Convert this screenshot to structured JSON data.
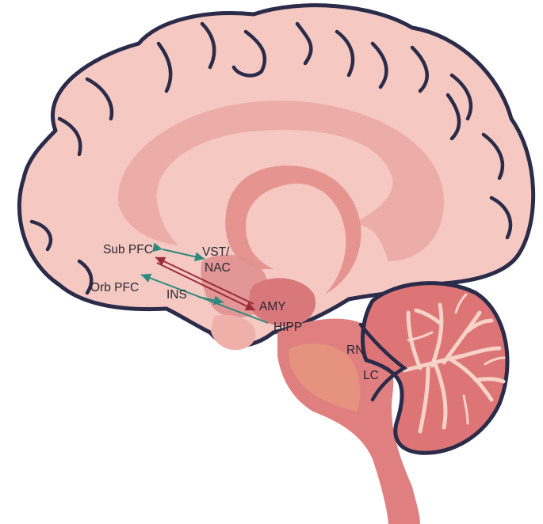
{
  "labels": {
    "sub_pfc": "Sub PFC",
    "vst": "VST/",
    "nac": "NAC",
    "orb_pfc": "Orb PFC",
    "ins": "INS",
    "amy": "AMY",
    "hipp": "HIPP",
    "rn": "RN",
    "lc": "LC"
  },
  "colors": {
    "cortex": "#f5c8c1",
    "outline": "#2b2b4a",
    "limbic": "#eaa7a3",
    "deep": "#d9787a",
    "cerebellum": "#dd7476",
    "cerebellum_tree": "#f7d2c7",
    "arrow_teal": "#2e8a7e",
    "arrow_red": "#9b2d3a"
  }
}
